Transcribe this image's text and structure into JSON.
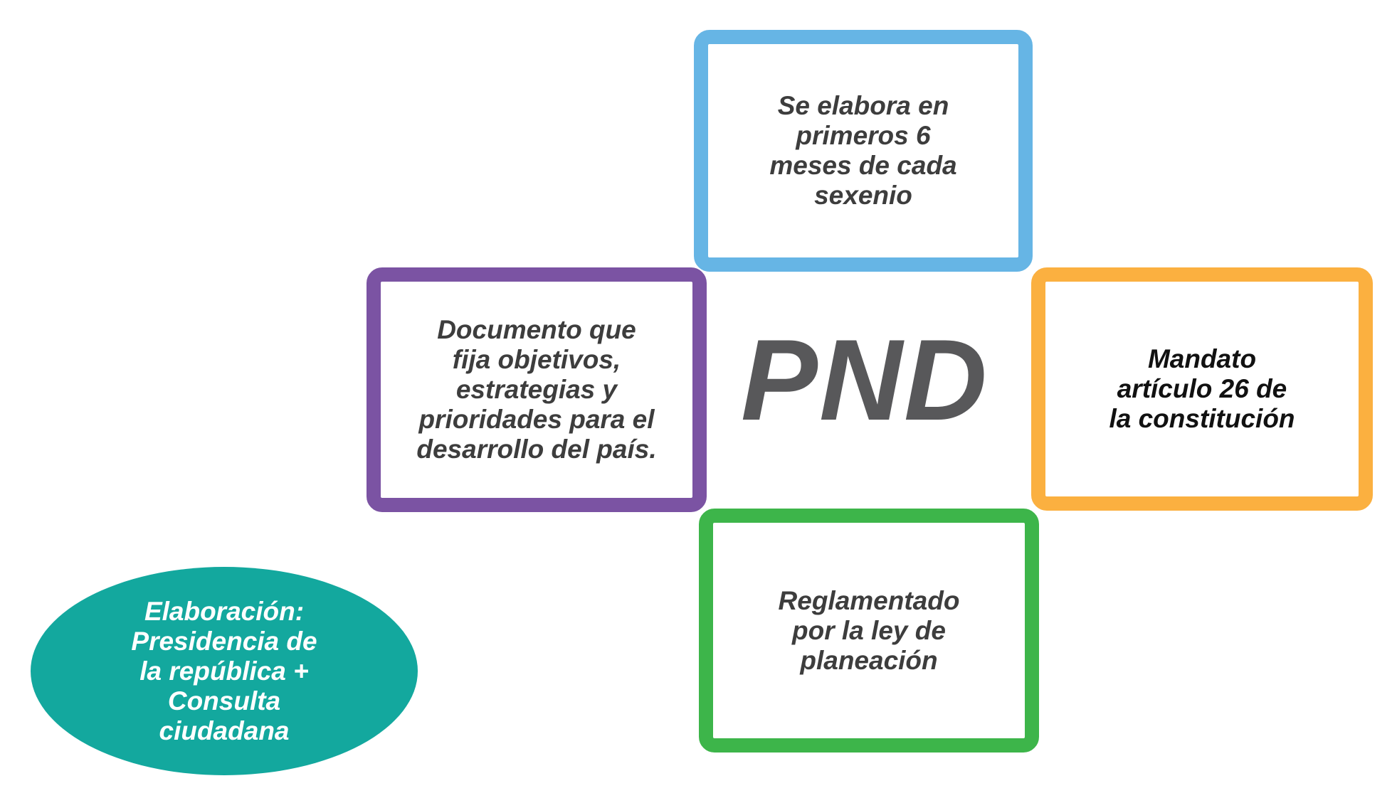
{
  "center": {
    "title": "PND"
  },
  "cards": {
    "top": {
      "text": "Se elabora en\nprimeros 6\nmeses de cada\nsexenio",
      "border_color": "#66b5e5"
    },
    "left": {
      "text": "Documento que\nfija objetivos,\nestrategias y\nprioridades para el\ndesarrollo del país.",
      "border_color": "#7b53a3"
    },
    "right": {
      "text": "Mandato\nartículo 26 de\nla constitución",
      "border_color": "#fbb040"
    },
    "bottom": {
      "text": "Reglamentado\npor la ley de\nplaneación",
      "border_color": "#3db54a"
    }
  },
  "oval": {
    "text": "Elaboración:\nPresidencia de\nla república +\nConsulta\nciudadana",
    "fill_color": "#13a89e"
  }
}
